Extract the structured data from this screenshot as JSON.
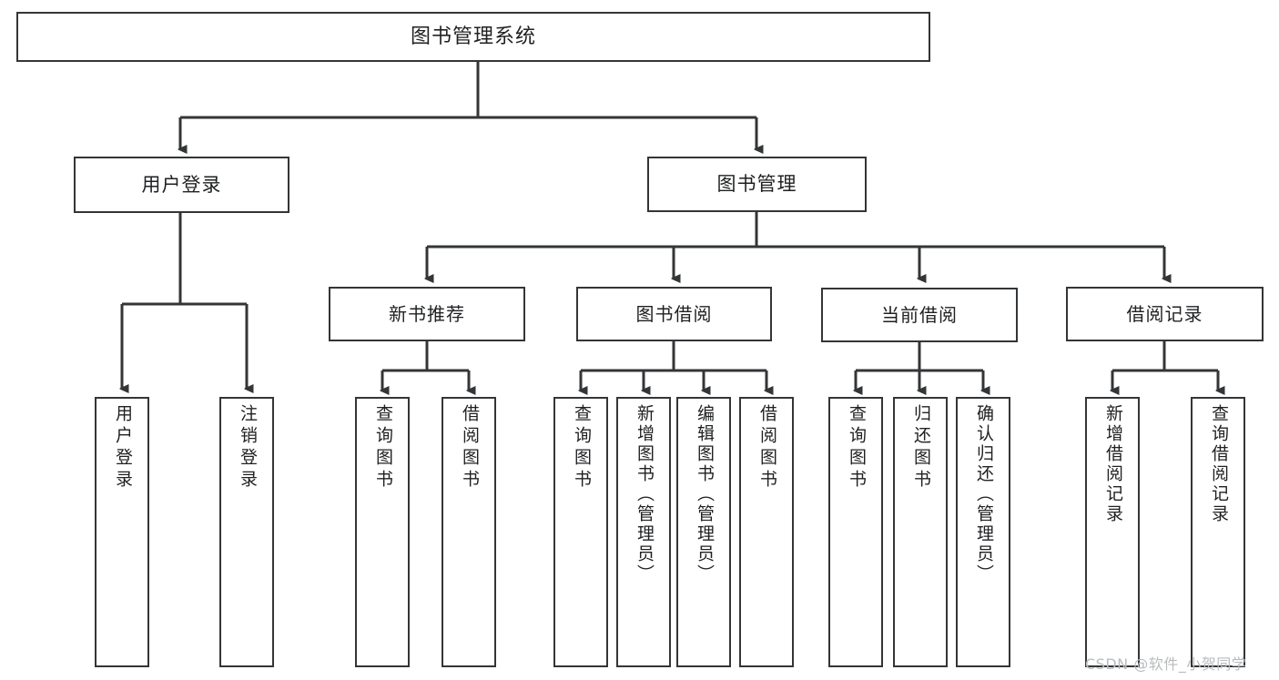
{
  "diagram": {
    "type": "tree-hierarchy",
    "title": "图书管理系统",
    "orientation": "top-down",
    "colors": {
      "stroke": "#333537",
      "box_fill": "#ffffff",
      "text": "#1f2022",
      "background": "#ffffff",
      "watermark": "#b9bbbd"
    },
    "levels": 3
  },
  "root": {
    "label": "图书管理系统"
  },
  "level1": [
    {
      "label": "用户登录"
    },
    {
      "label": "图书管理"
    }
  ],
  "level2": [
    {
      "label": "新书推荐"
    },
    {
      "label": "图书借阅"
    },
    {
      "label": "当前借阅"
    },
    {
      "label": "借阅记录"
    }
  ],
  "leaves": {
    "user_login": [
      {
        "label": "用户登录"
      },
      {
        "label": "注销登录"
      }
    ],
    "new_book_recommend": [
      {
        "label": "查询图书"
      },
      {
        "label": "借阅图书"
      }
    ],
    "book_borrow": [
      {
        "label": "查询图书"
      },
      {
        "label": "新增图书（管理员）"
      },
      {
        "label": "编辑图书（管理员）"
      },
      {
        "label": "借阅图书"
      }
    ],
    "current_borrow": [
      {
        "label": "查询图书"
      },
      {
        "label": "归还图书"
      },
      {
        "label": "确认归还（管理员）"
      }
    ],
    "borrow_record": [
      {
        "label": "新增借阅记录"
      },
      {
        "label": "查询借阅记录"
      }
    ]
  },
  "watermark": {
    "text": "CSDN @软件_小贺同学"
  }
}
